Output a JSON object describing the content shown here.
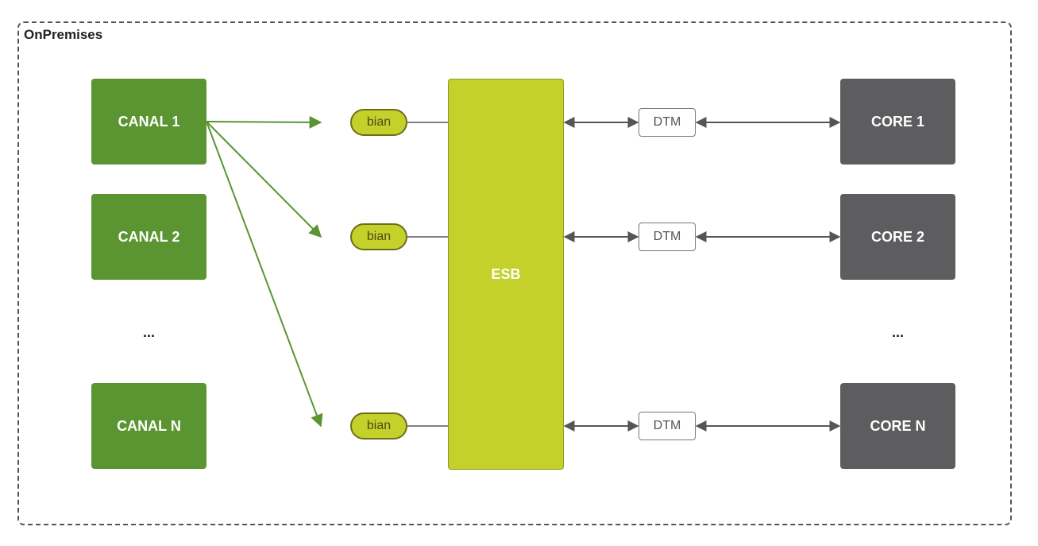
{
  "boundary": {
    "label": "OnPremises"
  },
  "canals": [
    {
      "label": "CANAL 1"
    },
    {
      "label": "CANAL 2"
    },
    {
      "label": "CANAL N"
    }
  ],
  "canal_ellipsis": "...",
  "bians": [
    {
      "label": "bian"
    },
    {
      "label": "bian"
    },
    {
      "label": "bian"
    }
  ],
  "esb": {
    "label": "ESB"
  },
  "dtms": [
    {
      "label": "DTM"
    },
    {
      "label": "DTM"
    },
    {
      "label": "DTM"
    }
  ],
  "cores": [
    {
      "label": "CORE 1"
    },
    {
      "label": "CORE 2"
    },
    {
      "label": "CORE N"
    }
  ],
  "core_ellipsis": "...",
  "colors": {
    "canal": "#5a9532",
    "esb": "#c3d12a",
    "core": "#5d5d5f",
    "green_arrow": "#5a9532",
    "gray_arrow": "#555555"
  }
}
